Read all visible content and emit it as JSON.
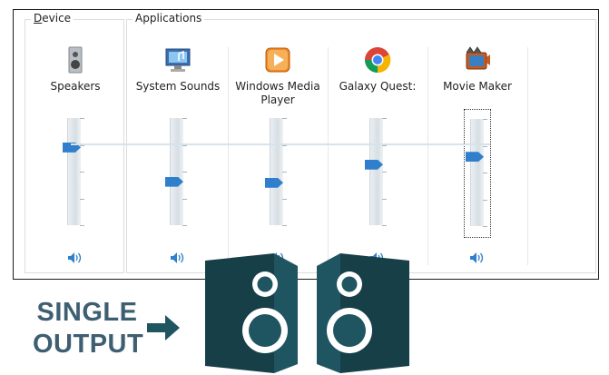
{
  "groups": {
    "device": {
      "label_prefix": "D",
      "label_rest": "evice"
    },
    "applications": {
      "label": "Applications"
    }
  },
  "channels": [
    {
      "id": "speakers",
      "label_line1": "Speakers",
      "label_line2": "",
      "icon": "speaker-device-icon",
      "level": 0.73
    },
    {
      "id": "system-sounds",
      "label_line1": "System Sounds",
      "label_line2": "",
      "icon": "system-sounds-icon",
      "level": 0.41
    },
    {
      "id": "windows-media-player",
      "label_line1": "Windows Media",
      "label_line2": "Player",
      "icon": "windows-media-player-icon",
      "level": 0.4
    },
    {
      "id": "galaxy-quest",
      "label_line1": "Galaxy Quest:",
      "label_line2": "",
      "icon": "chrome-browser-icon",
      "level": 0.57
    },
    {
      "id": "movie-maker",
      "label_line1": "Movie Maker",
      "label_line2": "",
      "icon": "movie-maker-icon",
      "level": 0.65
    }
  ],
  "master_level": 0.73,
  "caption": {
    "line1": "SINGLE",
    "line2": "OUTPUT"
  },
  "colors": {
    "accent": "#2f7fcc",
    "speaker_body": "#1f5560",
    "speaker_side": "#163f48",
    "caption": "#3e5e72"
  }
}
